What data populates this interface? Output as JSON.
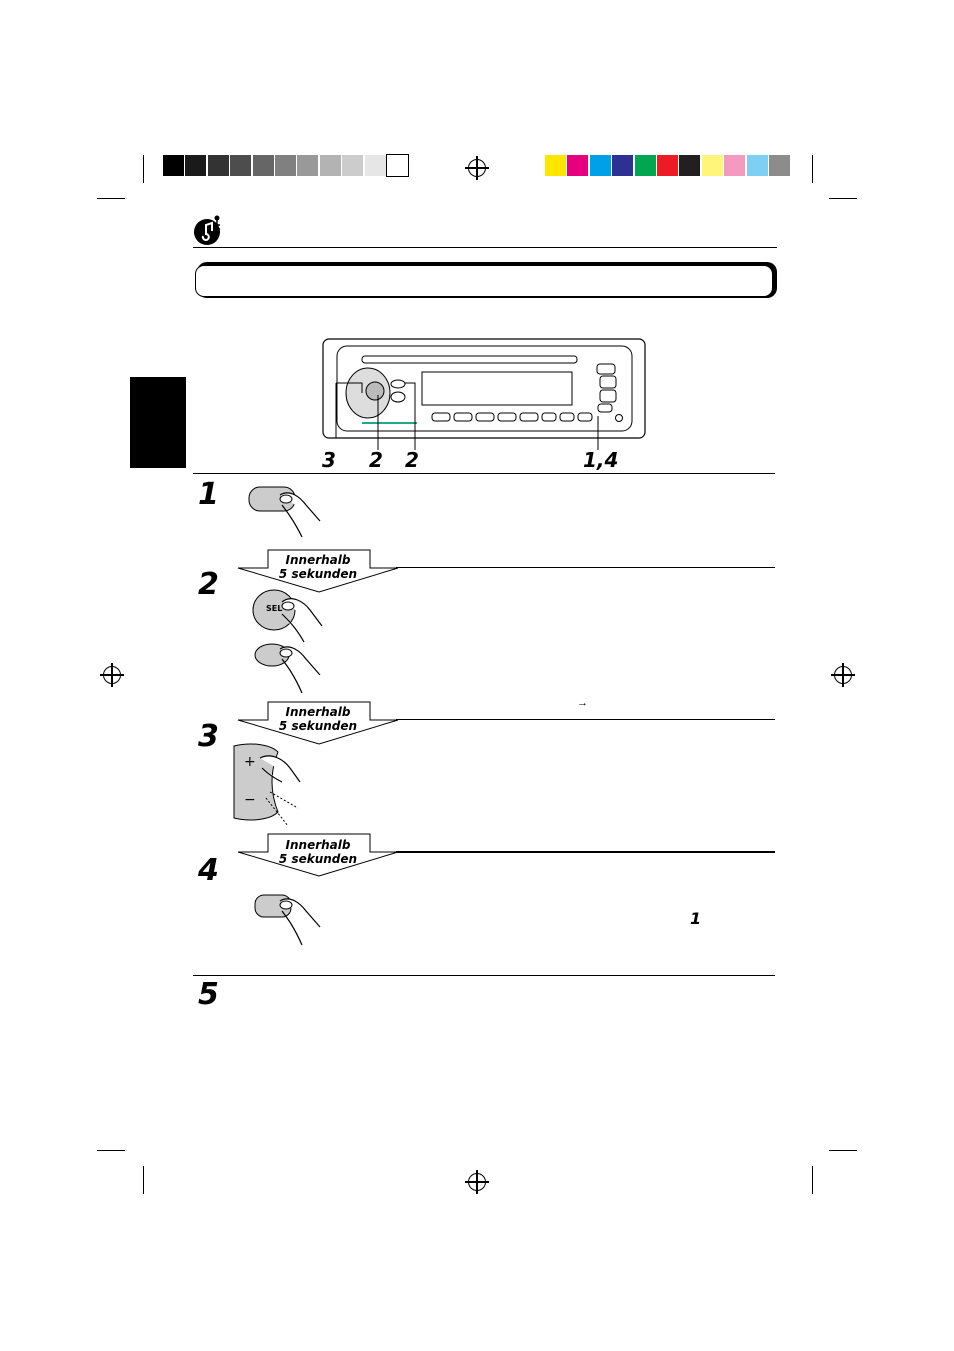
{
  "colors": {
    "grayscale_bar": [
      "#000000",
      "#1a1a1a",
      "#333333",
      "#4d4d4d",
      "#666666",
      "#808080",
      "#999999",
      "#b3b3b3",
      "#cccccc",
      "#e6e6e6",
      "#ffffff"
    ],
    "color_bar": [
      "#ffe600",
      "#e6007e",
      "#00a0e9",
      "#2e3192",
      "#00a650",
      "#ed1c24",
      "#231f20",
      "#fff57a",
      "#f49ac1",
      "#7fcff5",
      "#8c8c8c"
    ]
  },
  "header": {
    "icon": "music-note-key-icon"
  },
  "diagram": {
    "callouts": [
      "3",
      "2",
      "2",
      "1,4"
    ]
  },
  "steps": [
    {
      "number": "1",
      "illustration": "finger-press-button"
    },
    {
      "number": "2",
      "illustration": "finger-press-sel-and-button",
      "sel_label": "SEL"
    },
    {
      "number": "3",
      "illustration": "finger-press-plus-minus-control"
    },
    {
      "number": "4",
      "illustration": "finger-press-button",
      "ref_number": "1"
    },
    {
      "number": "5"
    }
  ],
  "within_labels": [
    {
      "line1": "Innerhalb",
      "line2": "5 sekunden"
    },
    {
      "line1": "Innerhalb",
      "line2": "5 sekunden"
    },
    {
      "line1": "Innerhalb",
      "line2": "5 sekunden"
    }
  ],
  "arrow_glyph": "→"
}
